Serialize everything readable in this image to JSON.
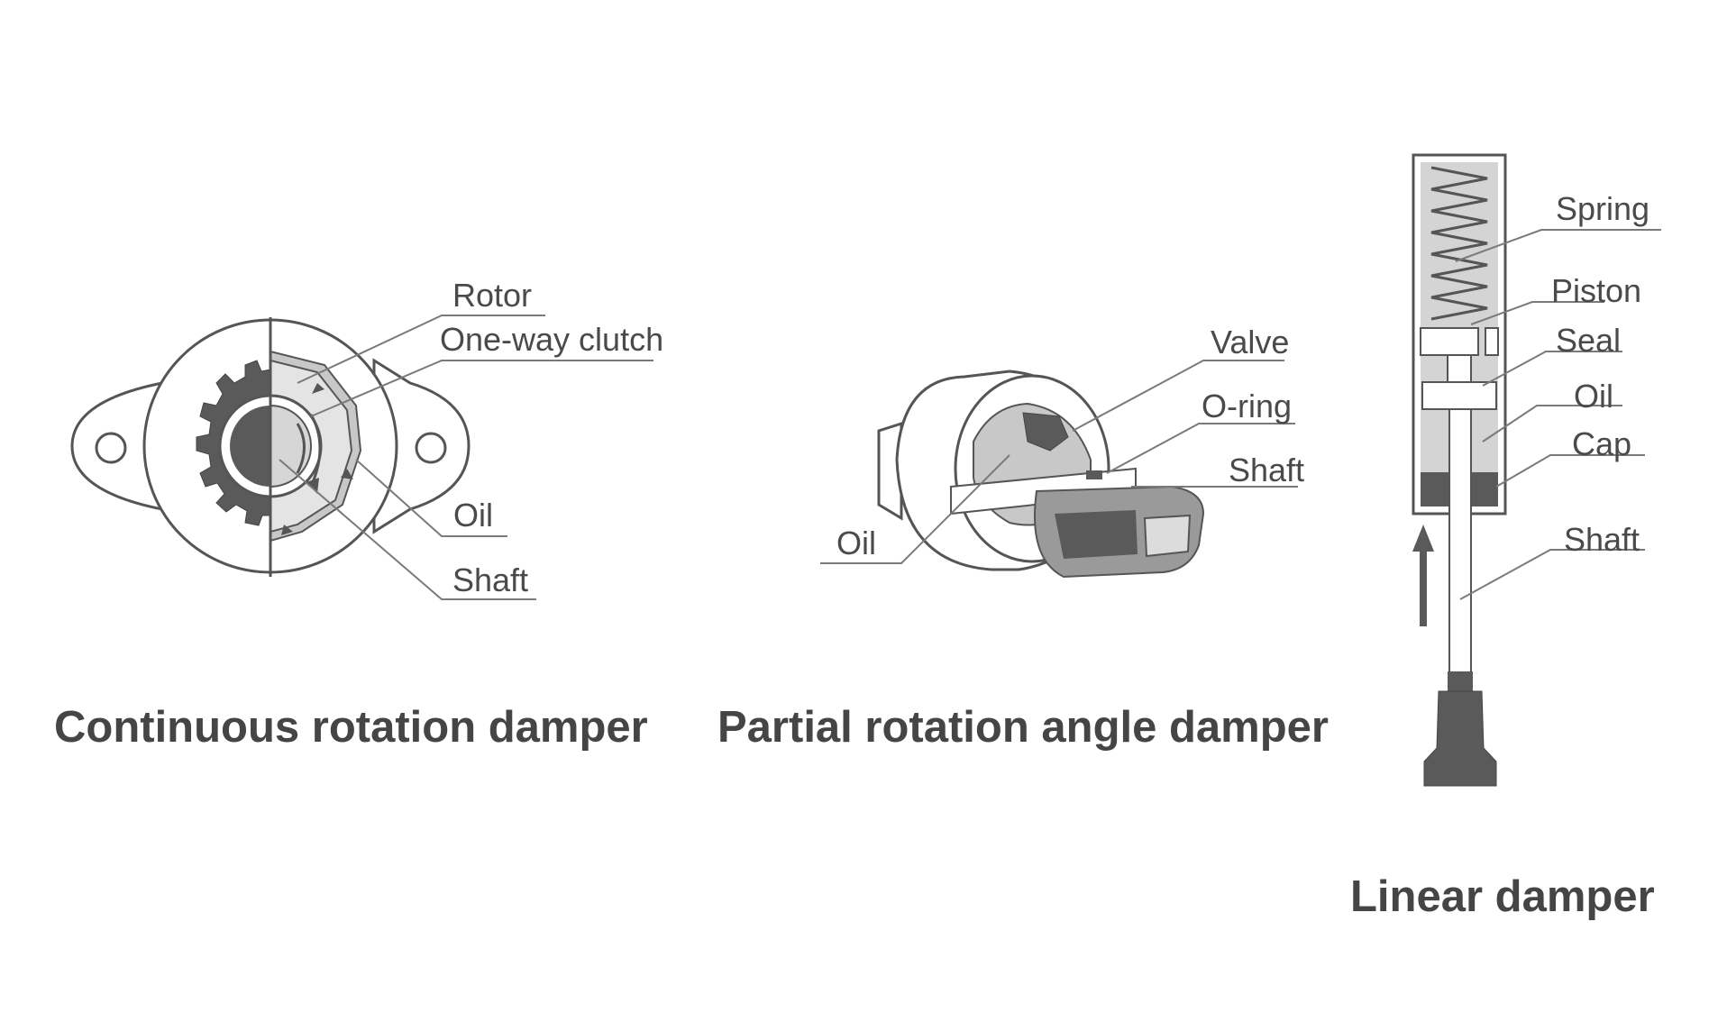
{
  "continuous": {
    "caption": "Continuous rotation damper",
    "labels": {
      "rotor": "Rotor",
      "clutch": "One-way clutch",
      "oil": "Oil",
      "shaft": "Shaft"
    }
  },
  "partial": {
    "caption": "Partial rotation angle damper",
    "labels": {
      "valve": "Valve",
      "oring": "O-ring",
      "shaft": "Shaft",
      "oil": "Oil"
    }
  },
  "linear": {
    "caption": "Linear damper",
    "labels": {
      "spring": "Spring",
      "piston": "Piston",
      "seal": "Seal",
      "oil": "Oil",
      "cap": "Cap",
      "shaft": "Shaft"
    }
  },
  "colors": {
    "text": "#4a4a4a",
    "caption": "#454545",
    "outline": "#555555",
    "oil_gray": "#c8c8c8",
    "dark_gray": "#5a5a5a",
    "mid_gray": "#9a9a9a"
  }
}
